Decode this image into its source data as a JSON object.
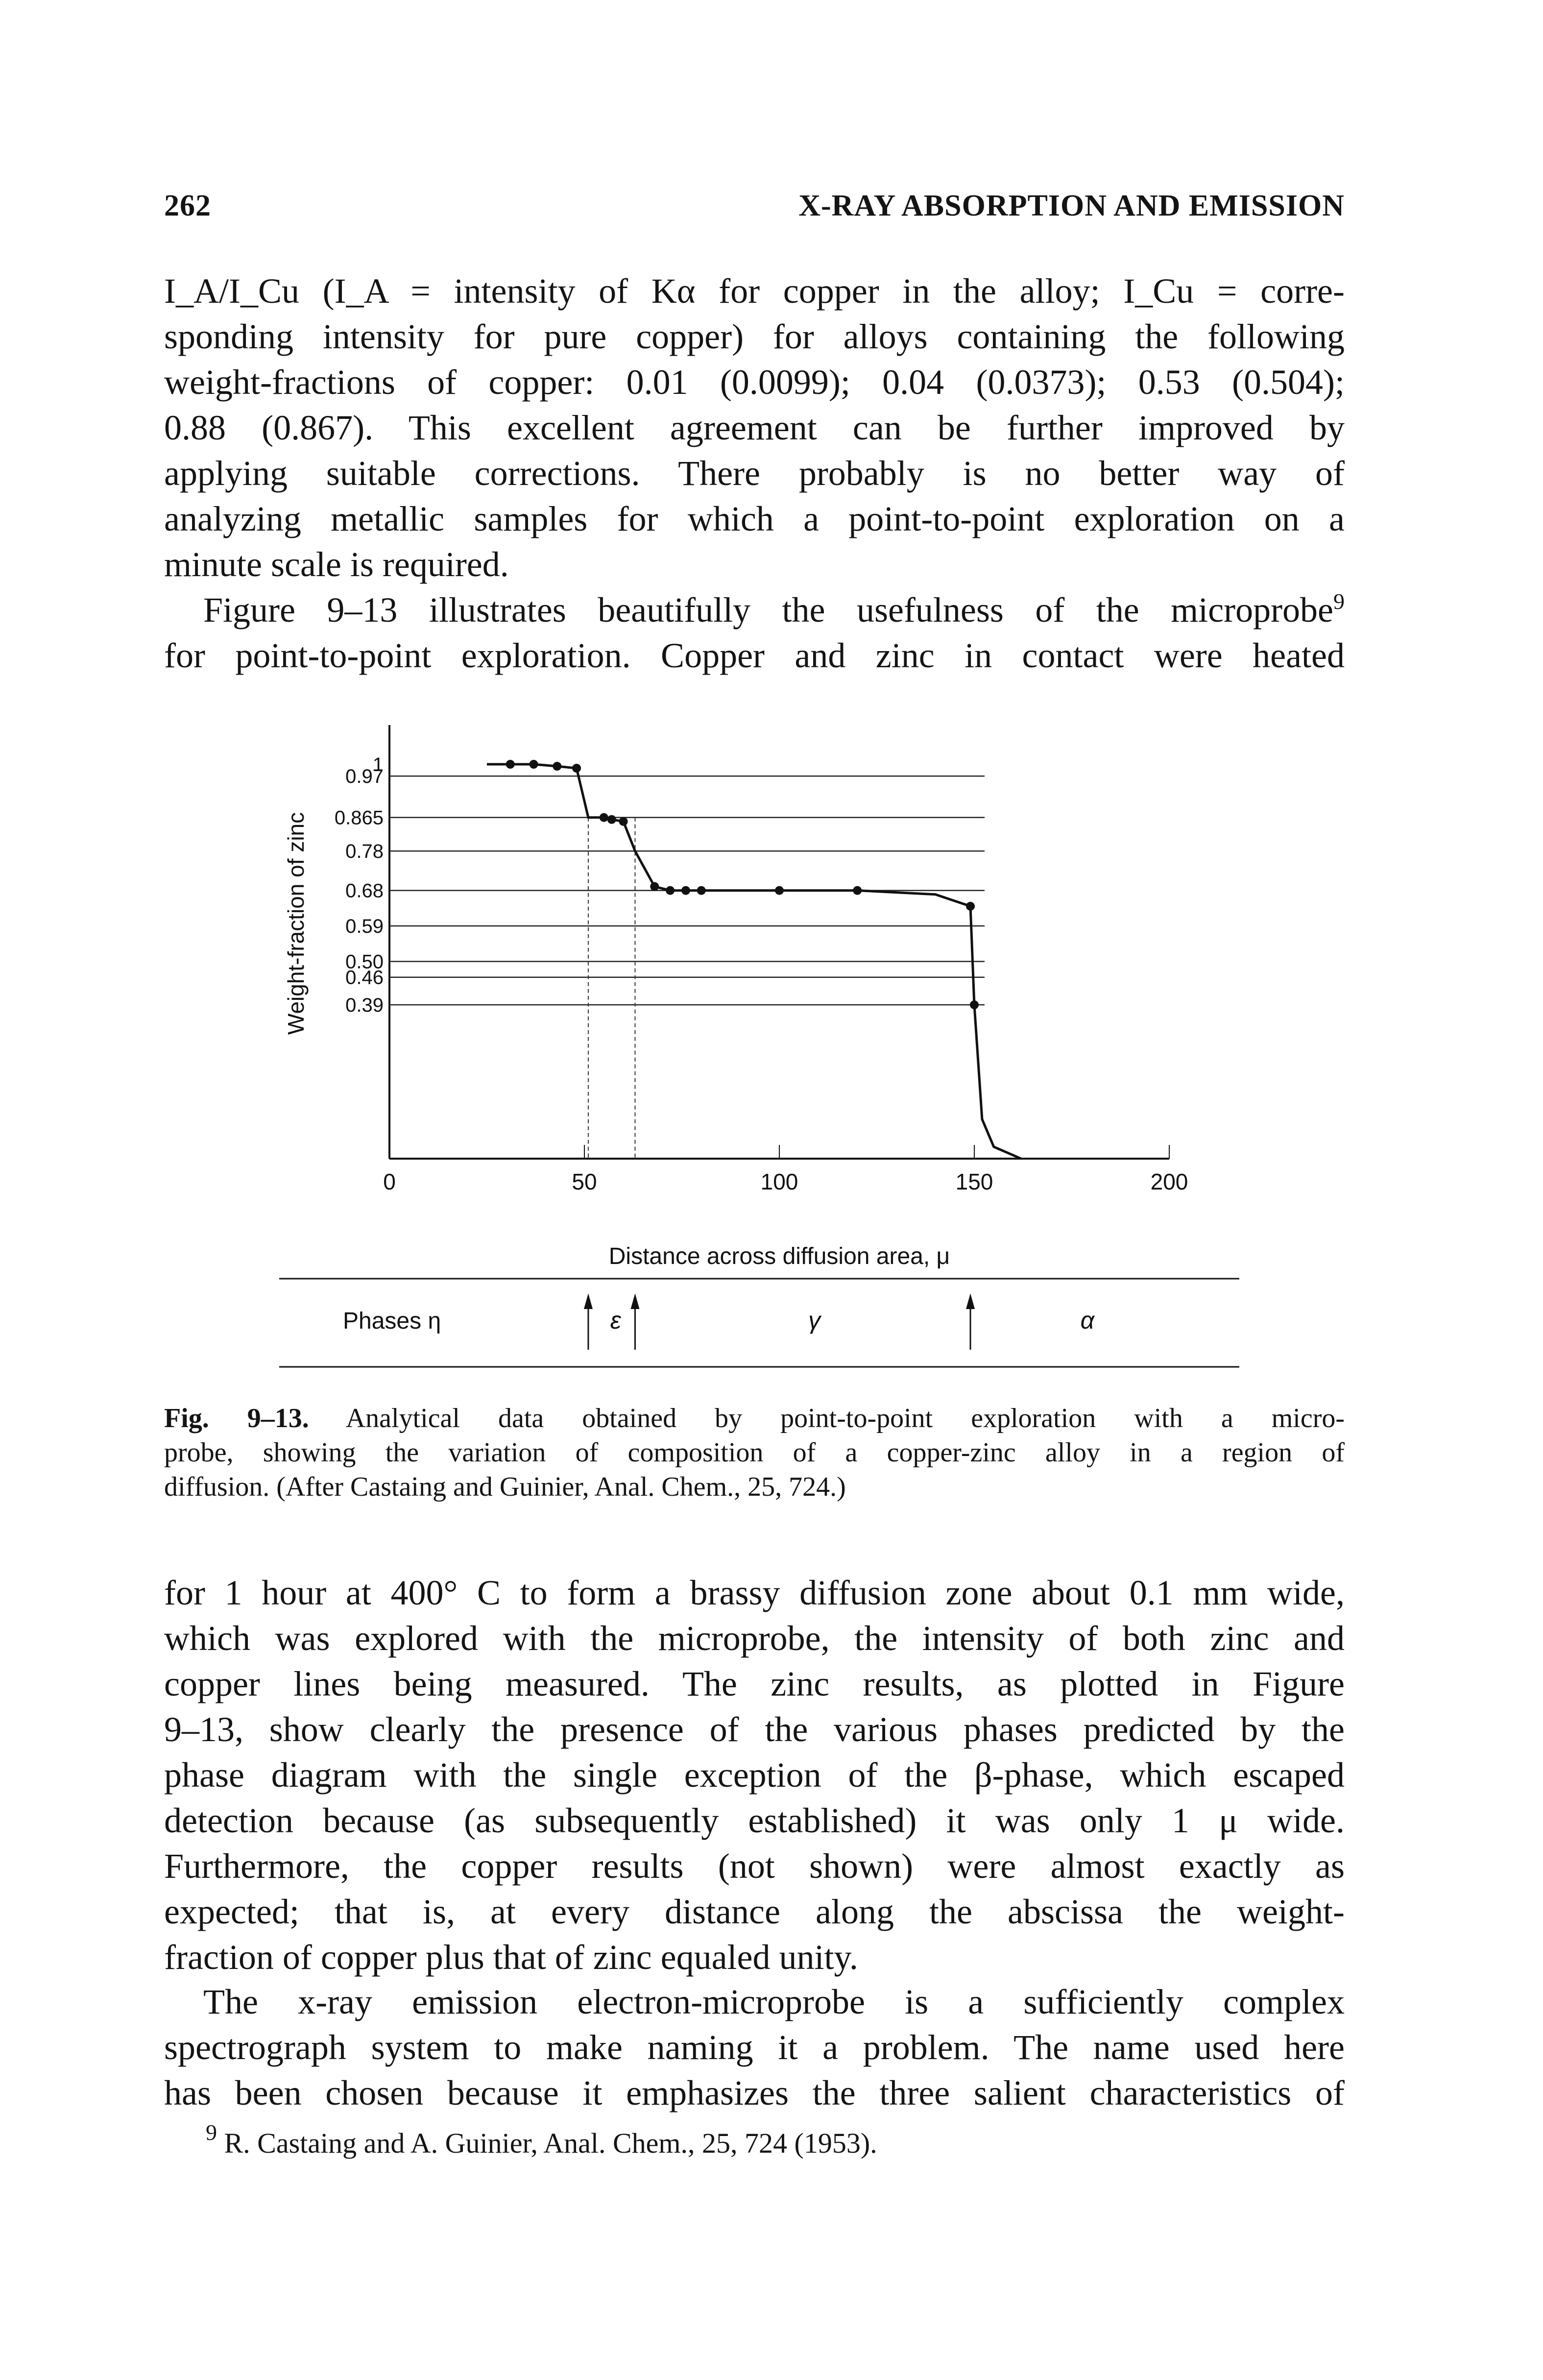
{
  "header": {
    "page_number": "262",
    "running_title": "X-RAY ABSORPTION AND EMISSION"
  },
  "paragraph1": {
    "lines": [
      "I_A/I_Cu (I_A = intensity of Kα for copper in the alloy; I_Cu = corre-",
      "sponding intensity for pure copper) for alloys containing the following",
      "weight-fractions of copper: 0.01 (0.0099); 0.04 (0.0373); 0.53 (0.504);",
      "0.88 (0.867). This excellent agreement can be further improved by",
      "applying suitable corrections. There probably is no better way of",
      "analyzing metallic samples for which a point-to-point exploration on a",
      "minute scale is required."
    ]
  },
  "paragraph2": {
    "line1_a": "Figure 9–13 illustrates beautifully the usefulness of the microprobe",
    "line1_sup": "9",
    "line2": "for point-to-point exploration. Copper and zinc in contact were heated"
  },
  "chart_data": {
    "type": "line",
    "title": "",
    "xlabel": "Distance across diffusion area, μ",
    "ylabel": "Weight-fraction of zinc",
    "xlim": [
      0,
      200
    ],
    "x_ticks": [
      "0",
      "50",
      "100",
      "150",
      "200"
    ],
    "y_ticks": [
      "1",
      "0.97",
      "0.865",
      "0.78",
      "0.68",
      "0.59",
      "0.50",
      "0.46",
      "0.39"
    ],
    "series": [
      {
        "name": "",
        "x": [
          25,
          31,
          37,
          43,
          48,
          51,
          55,
          57,
          60,
          63,
          68,
          72,
          76,
          80,
          85,
          100,
          120,
          140,
          149,
          150,
          152,
          155,
          162
        ],
        "y": [
          1.0,
          1.0,
          1.0,
          0.995,
          0.99,
          0.865,
          0.865,
          0.86,
          0.855,
          0.78,
          0.69,
          0.68,
          0.68,
          0.68,
          0.68,
          0.68,
          0.68,
          0.67,
          0.64,
          0.39,
          0.1,
          0.03,
          0.0
        ]
      }
    ],
    "phases_label": "Phases η",
    "phases": [
      "ε",
      "γ",
      "α"
    ],
    "grid": "horizontal at tick values"
  },
  "caption": {
    "fig_label": "Fig. 9–13.",
    "lines": [
      "Analytical data obtained by point-to-point exploration with a micro-",
      "probe, showing the variation of composition of a copper-zinc alloy in a region of",
      "diffusion. (After Castaing and Guinier, Anal. Chem., 25, 724.)"
    ]
  },
  "paragraph3": {
    "lines": [
      "for 1 hour at 400° C to form a brassy diffusion zone about 0.1 mm wide,",
      "which was explored with the microprobe, the intensity of both zinc and",
      "copper lines being measured. The zinc results, as plotted in Figure",
      "9–13, show clearly the presence of the various phases predicted by the",
      "phase diagram with the single exception of the β-phase, which escaped",
      "detection because (as subsequently established) it was only 1 μ wide.",
      "Furthermore, the copper results (not shown) were almost exactly as",
      "expected; that is, at every distance along the abscissa the weight-",
      "fraction of copper plus that of zinc equaled unity."
    ]
  },
  "paragraph4": {
    "lines": [
      "The x-ray emission electron-microprobe is a sufficiently complex",
      "spectrograph system to make naming it a problem. The name used here",
      "has been chosen because it emphasizes the three salient characteristics of"
    ]
  },
  "footnote": {
    "marker": "9",
    "text": "R. Castaing and A. Guinier, Anal. Chem., 25, 724 (1953)."
  }
}
